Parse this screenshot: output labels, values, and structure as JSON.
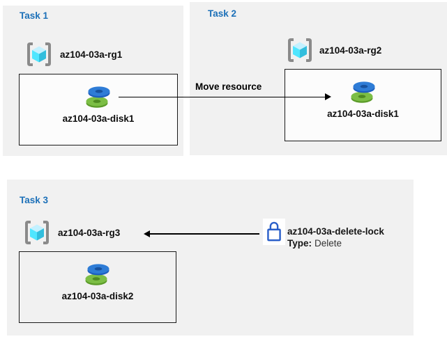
{
  "diagram": {
    "tasks": [
      {
        "title": "Task 1",
        "resource_group": {
          "name": "az104-03a-rg1",
          "icon": "azure-resource-group-icon"
        },
        "resources": [
          {
            "name": "az104-03a-disk1",
            "icon": "azure-disk-icon"
          }
        ]
      },
      {
        "title": "Task 2",
        "resource_group": {
          "name": "az104-03a-rg2",
          "icon": "azure-resource-group-icon"
        },
        "resources": [
          {
            "name": "az104-03a-disk1",
            "icon": "azure-disk-icon"
          }
        ]
      },
      {
        "title": "Task 3",
        "resource_group": {
          "name": "az104-03a-rg3",
          "icon": "azure-resource-group-icon"
        },
        "resources": [
          {
            "name": "az104-03a-disk2",
            "icon": "azure-disk-icon"
          }
        ],
        "lock": {
          "name": "az104-03a-delete-lock",
          "type_label": "Type:",
          "type_value": "Delete",
          "icon": "padlock-icon"
        }
      }
    ],
    "arrows": [
      {
        "label": "Move resource",
        "direction": "right"
      },
      {
        "label": "",
        "direction": "left"
      }
    ],
    "colors": {
      "panel_background": "#F1F1F1",
      "title_blue": "#1C70B8",
      "cube_top": "#C3F1FF",
      "cube_left": "#50E6FF",
      "cube_right": "#32BEDD",
      "bracket_gray": "#8A8A8A",
      "disk_blue_top": "#2E7CD6",
      "disk_blue_side": "#1D5FBF",
      "disk_blue_hole": "#17529F",
      "disk_green_top": "#7CBE45",
      "disk_green_side": "#5C9C2A",
      "disk_green_hole": "#4E8A22",
      "lock_blue": "#2A5FC9",
      "arrow_black": "#000000"
    }
  }
}
